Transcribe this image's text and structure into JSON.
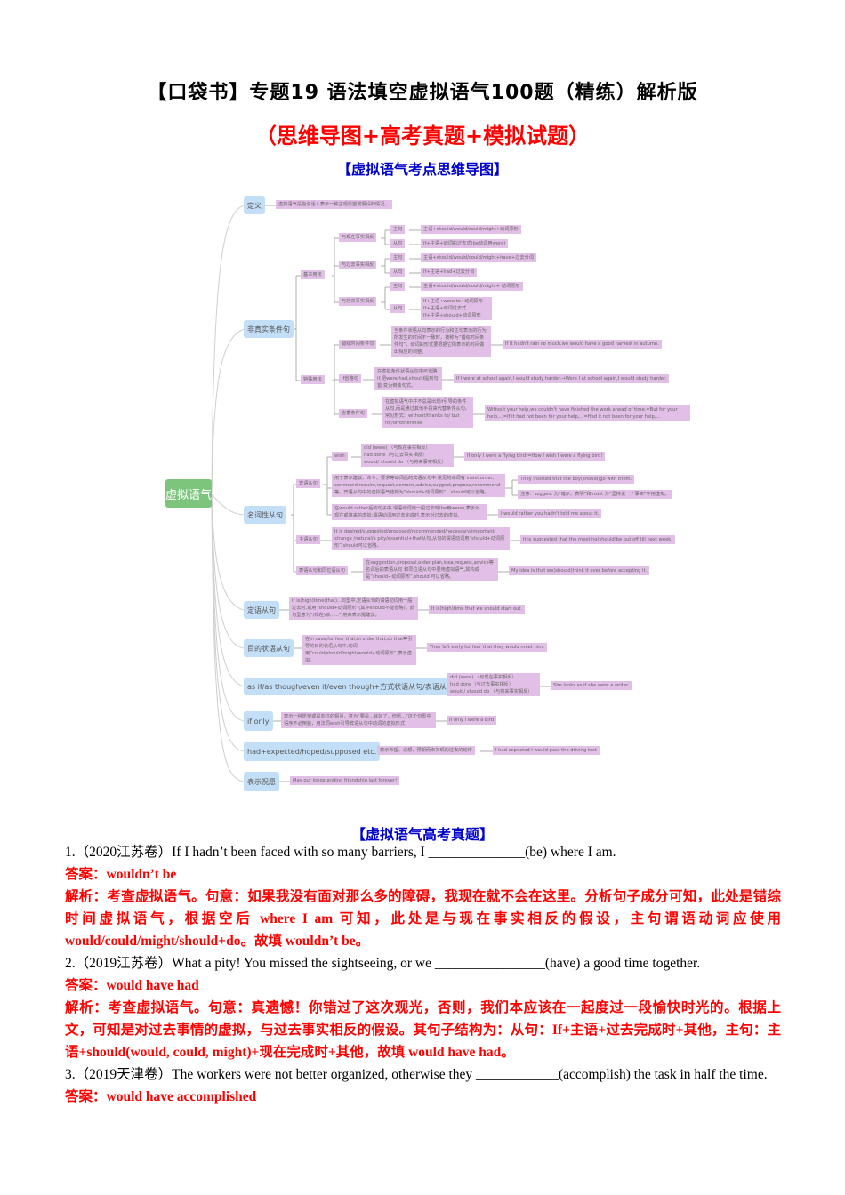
{
  "header": {
    "title": "【口袋书】专题19 语法填空虚拟语气100题（精练）解析版",
    "subtitle": "（思维导图+高考真题+模拟试题）",
    "mindmap_heading": "【虚拟语气考点思维导图】",
    "exam_heading": "【虚拟语气高考真题】"
  },
  "mindmap": {
    "root": "虚拟语气",
    "definition": {
      "label": "定义",
      "text": "虚拟语气是指说话人表示一种主观愿望或假设的情况。"
    },
    "unreal_conditional": {
      "label": "非真实条件句",
      "basic": {
        "label": "基本用法",
        "present": {
          "label": "与现在事实相反",
          "main_label": "主句",
          "main": "主语+should/would/could/might+动词原形",
          "sub_label": "从句",
          "sub": "If+主语+动词的过去式(be动词用were)"
        },
        "past": {
          "label": "与过去事实相反",
          "main_label": "主句",
          "main": "主语+should/would/could/might+have+过去分词",
          "sub_label": "从句",
          "sub": "If+主语+had+过去分词"
        },
        "future": {
          "label": "与将来事实相反",
          "main_label": "主句",
          "main": "主语+should/would/could/might+ 动词原形",
          "sub_label": "从句",
          "sub": [
            "If+主语+were to+动词原形",
            "If+主语+动词过去式",
            "If+主语+should+动词原形"
          ]
        }
      },
      "special": {
        "label": "特殊用法",
        "mixed": {
          "label": "错综时间条件句",
          "desc": "当条件状语从句表示的行为和主句表示的行为所发生的时间不一致时，被称为“错综时间条件句”，动词的形式要根据它所表示的时间做出相应的调整。",
          "example": "If it hadn't rain so much,we would have a good harvest in autumn."
        },
        "omit_if": {
          "label": "if省略句",
          "desc": "在虚拟条件状语从句中可省略if,把were,had,should提到句首,变为倒装句式。",
          "example": "If I were at school again,I would study harder.→Were I at school again,I would study harder."
        },
        "implied": {
          "label": "含蓄条件句",
          "desc": "在虚拟语气中并不总是出现if引导的条件从句,而是通过其他手段来代替条件从句。常见形式：without/thanks to/ but for/or/otherwise",
          "example": "Without your help,we couldn't have finished the work ahead of time.=But for your help,...=If it had not been for your help,...=Had it not been  for your help,..."
        }
      }
    },
    "noun_clause": {
      "label": "名词性从句",
      "object": {
        "label": "宾语从句",
        "wish": {
          "label": "wish",
          "forms": [
            "did (were) （与现在事实相反）",
            "had done（与过去事实相反）",
            "would/ should do  （与将来事实相反）"
          ],
          "example": "If only I were a flying bird!=How I wish I were a flying bird!"
        },
        "suggest": {
          "desc": "用于表示建议、命令、要求等动词后的宾语从句中.常见的动词有 insist,order, command,require,request,demand,advise,suggest,propose,recommend等。宾语从句中的虚拟语气结构为“should+动词原形”，should可以省略。",
          "example": "They insisted that the boy(should)go with them.",
          "note": "注意：suggest 为“暗示、表明”和insist 为“坚持说一个事实”不用虚拟。"
        },
        "would_rather": {
          "desc": "在would rather后的句子中,谓语动词用一般过去时(be用were),表示对现在或将来的虚拟;谓语动词用过去完成时,表示对过去的虚拟。",
          "example": "I would rather you hadn't told me about it."
        }
      },
      "subject": {
        "label": "主语从句",
        "desc": "It is desired/suggested/proposed/recommended/necessary/important/ strange /natural/a pity/essential+that从句,从句的谓语动词用“should+动词原形”,should可以省略。",
        "example": "It is suggested that the meeting(should)be put off till next week."
      },
      "predicative": {
        "label": "表语从句和同位语从句",
        "desc": "在suggestion,proposal,order,plan,idea,request,advice等名词后的表语从句 和同位语从句中要用虚拟语气,其构成是“should+动词原形”,should 可以省略。",
        "example": "My idea is that we(should)think it over before accepting it."
      }
    },
    "attributive": {
      "label": "定语从句",
      "desc": "It is(high)time(that)...句型中,定语从句的谓语动词用一般过去时,或用“should+动词原形”(其中should不能省略)。此句型意为“(现在)该......”,用来表示提建议。",
      "example": "It is(high)time that we should start out."
    },
    "purpose": {
      "label": "目的状语从句",
      "desc": "在in case,for fear that,in order that,so that等引导的目的状语从句中,动词 用“could/should/might/would+动词原形”,表示虚拟。",
      "example": "They left early for fear that they would meet him."
    },
    "as_if": {
      "label": "as if/as though/even if/even though+方式状语从句/表语从句",
      "forms": [
        "did (were) （与现在事实相反）",
        "had done（与过去事实相反）",
        "would/ should do  （与将来事实相反）"
      ],
      "example": "She looks as if she were a writer."
    },
    "if_only": {
      "label": "if only",
      "desc": "表示一种愿望或是向往的假设，意为“要是...就好了，但愿...”这个句型中语序不必倒装，用法同wish引导宾语从句中动词的虚拟形式",
      "example": "If only I were a bird"
    },
    "had_expected": {
      "label": "had+expected/hoped/supposed etc.",
      "desc": "表示希望、设想、预期而未实现的过去的动作",
      "example": "I had expected I would pass the driving test"
    },
    "wish_blessing": {
      "label": "表示祝愿",
      "example": "May our longstanding friendship last forever!"
    }
  },
  "questions": [
    {
      "q": "1.（2020江苏卷）If I hadn’t been faced with so many barriers, I ______________(be) where I am.",
      "answer": "答案：wouldn’t be",
      "explanation": "解析：考查虚拟语气。句意：如果我没有面对那么多的障碍，我现在就不会在这里。分析句子成分可知，此处是错综时间虚拟语气，根据空后 where I am 可知，此处是与现在事实相反的假设，主句谓语动词应使用would/could/might/should+do。故填 wouldn’t be。"
    },
    {
      "q": "2.（2019江苏卷）What a pity! You missed the sightseeing, or we ________________(have) a good time together.",
      "answer": "答案：would have had",
      "explanation": "解析：考查虚拟语气。句意：真遗憾！你错过了这次观光，否则，我们本应该在一起度过一段愉快时光的。根据上文，可知是对过去事情的虚拟，与过去事实相反的假设。其句子结构为：从句：If+主语+过去完成时+其他，主句：主语+should(would, could, might)+现在完成时+其他，故填 would have had。"
    },
    {
      "q": "3.（2019天津卷）The workers were not better organized, otherwise they ____________(accomplish)  the task in half the time.",
      "answer": "答案：would have accomplished"
    }
  ],
  "colors": {
    "root": "#7dc47d",
    "branch": "#c3dff8",
    "leaf": "#e2bfe6",
    "answer": "#ff0000",
    "heading": "#0000cc"
  }
}
